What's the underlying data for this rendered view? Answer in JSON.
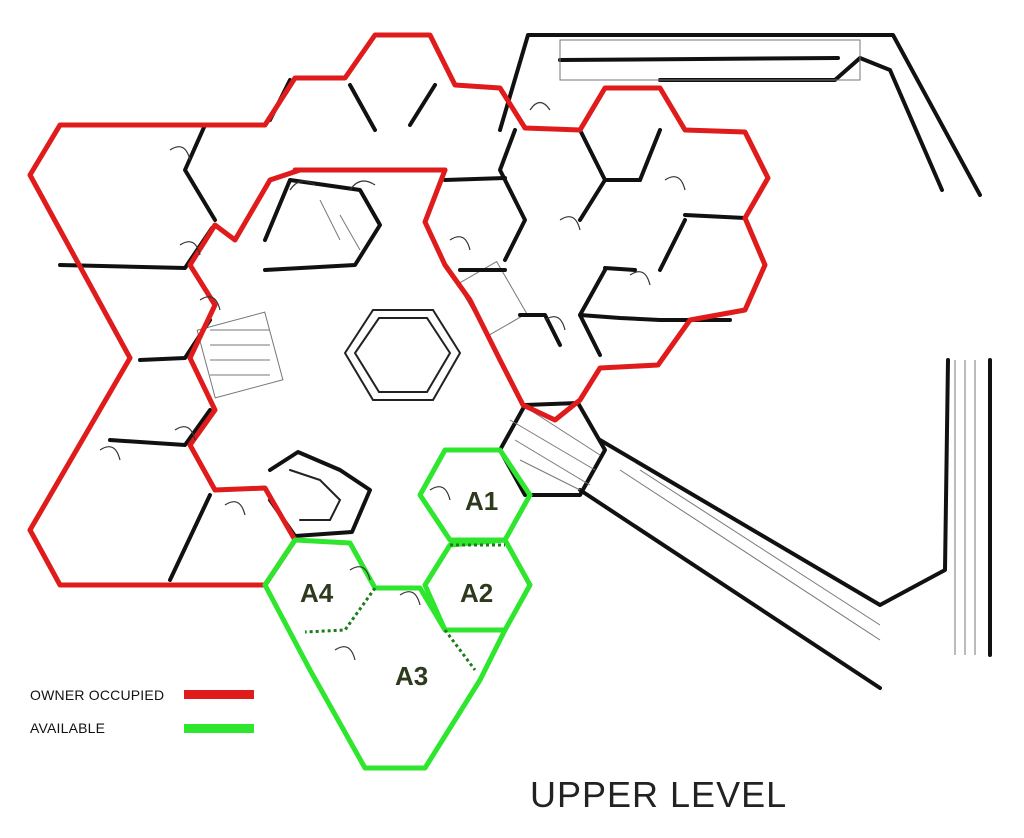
{
  "legend": {
    "owner_label": "OWNER OCCUPIED",
    "available_label": "AVAILABLE"
  },
  "colors": {
    "owner": "#e01b1b",
    "available": "#2fe62f",
    "wall": "#111111"
  },
  "units": [
    {
      "id": "A1",
      "label": "A1"
    },
    {
      "id": "A2",
      "label": "A2"
    },
    {
      "id": "A3",
      "label": "A3"
    },
    {
      "id": "A4",
      "label": "A4"
    }
  ],
  "title": "UPPER LEVEL"
}
